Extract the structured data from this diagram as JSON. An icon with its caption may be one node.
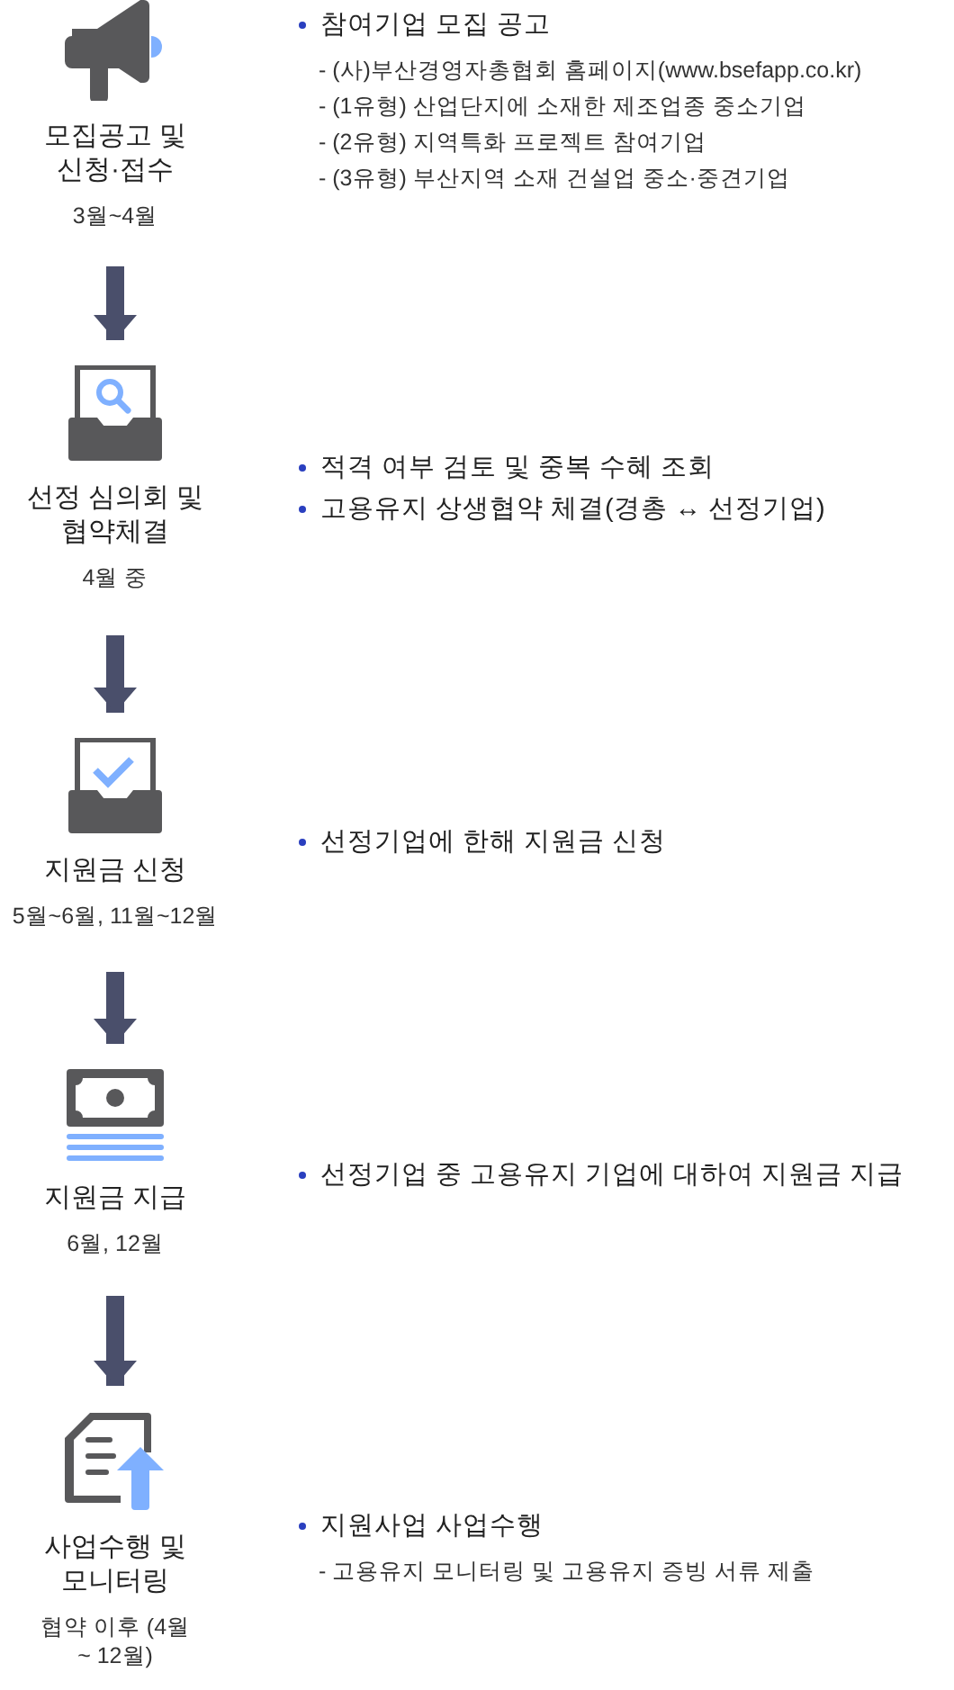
{
  "diagram": {
    "nodes": [
      {
        "text": [
          "모집공고 및 신청·접수",
          "3월~4월"
        ]
      },
      {
        "text": [
          "선정 심의회 및 협약체결",
          "4월 중"
        ]
      },
      {
        "text": [
          "지원금 신청",
          "5월~6월, 11월~12월"
        ]
      },
      {
        "text": [
          "지원금 지급",
          "6월, 12월"
        ]
      },
      {
        "text": [
          "사업수행 및 모니터링",
          "협약 이후 (4월 ~ 12월)"
        ]
      }
    ],
    "edges": [
      {
        "from": 0,
        "to": 1,
        "arrow": "to"
      },
      {
        "from": 1,
        "to": 2,
        "arrow": "to"
      },
      {
        "from": 2,
        "to": 3,
        "arrow": "to"
      },
      {
        "from": 3,
        "to": 4,
        "arrow": "to"
      }
    ],
    "labels": [
      "참여기업 모집 공고",
      "- (사)부산경영자총협회 홈페이지(www.bsefapp.co.kr)",
      "- (1유형) 산업단지에 소재한 제조업종 중소기업",
      "- (2유형) 지역특화 프로젝트 참여기업",
      "- (3유형) 부산지역 소재 건설업 중소·중견기업",
      "적격 여부 검토 및 중복 수혜 조회",
      "고용유지 상생협약 체결(경총 ↔ 선정기업)",
      "선정기업에 한해 지원금 신청",
      "선정기업 중 고용유지 기업에 대하여 지원금 지급",
      "지원사업 사업수행",
      "- 고용유지 모니터링 및 고용유지 증빙 서류 제출"
    ]
  }
}
